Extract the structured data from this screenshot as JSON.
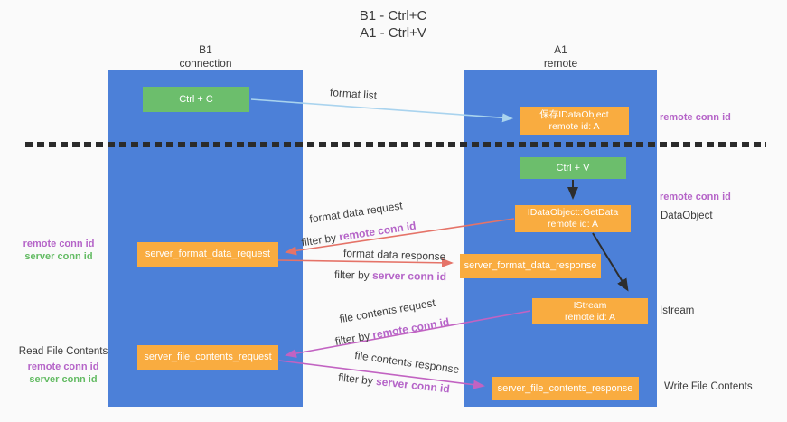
{
  "title": {
    "line1": "B1 - Ctrl+C",
    "line2": "A1 - Ctrl+V"
  },
  "columns": {
    "b1": {
      "name": "B1",
      "role": "connection"
    },
    "a1": {
      "name": "A1",
      "role": "remote"
    }
  },
  "boxes": {
    "ctrl_c": "Ctrl + C",
    "ctrl_v": "Ctrl + V",
    "save_idataobject": {
      "line1": "保存IDataObject",
      "line2": "remote id: A"
    },
    "idataobject_getdata": {
      "line1": "IDataObject::GetData",
      "line2": "remote id: A"
    },
    "istream": {
      "line1": "IStream",
      "line2": "remote id: A"
    },
    "server_format_data_request": "server_format_data_request",
    "server_format_data_response": "server_format_data_response",
    "server_file_contents_request": "server_file_contents_request",
    "server_file_contents_response": "server_file_contents_response"
  },
  "arrow_labels": {
    "format_list": "format list",
    "format_data_request": "format data request",
    "format_data_response": "format data response",
    "file_contents_request": "file contents request",
    "file_contents_response": "file contents response",
    "filter_by": "filter by ",
    "remote_conn_id": "remote conn id",
    "server_conn_id": "server conn id"
  },
  "side_labels": {
    "left_mid": {
      "remote": "remote conn id",
      "server": "server conn id"
    },
    "left_bottom": {
      "title": "Read File Contents",
      "remote": "remote conn id",
      "server": "server conn id"
    },
    "right": {
      "remote_1": "remote conn id",
      "remote_2": "remote conn id",
      "dataobject": "DataObject",
      "istream": "Istream",
      "write": "Write File Contents"
    }
  },
  "colors": {
    "column_blue": "#4c80d8",
    "box_green": "#6cbe6c",
    "box_orange": "#f9ac40",
    "arrow_light_blue": "#a9d3ee",
    "arrow_salmon": "#e57368",
    "arrow_magenta": "#c263c2",
    "arrow_black": "#2d2d2d",
    "text_purple": "#b564c8",
    "text_green": "#63bb63",
    "background": "#fafafa"
  }
}
